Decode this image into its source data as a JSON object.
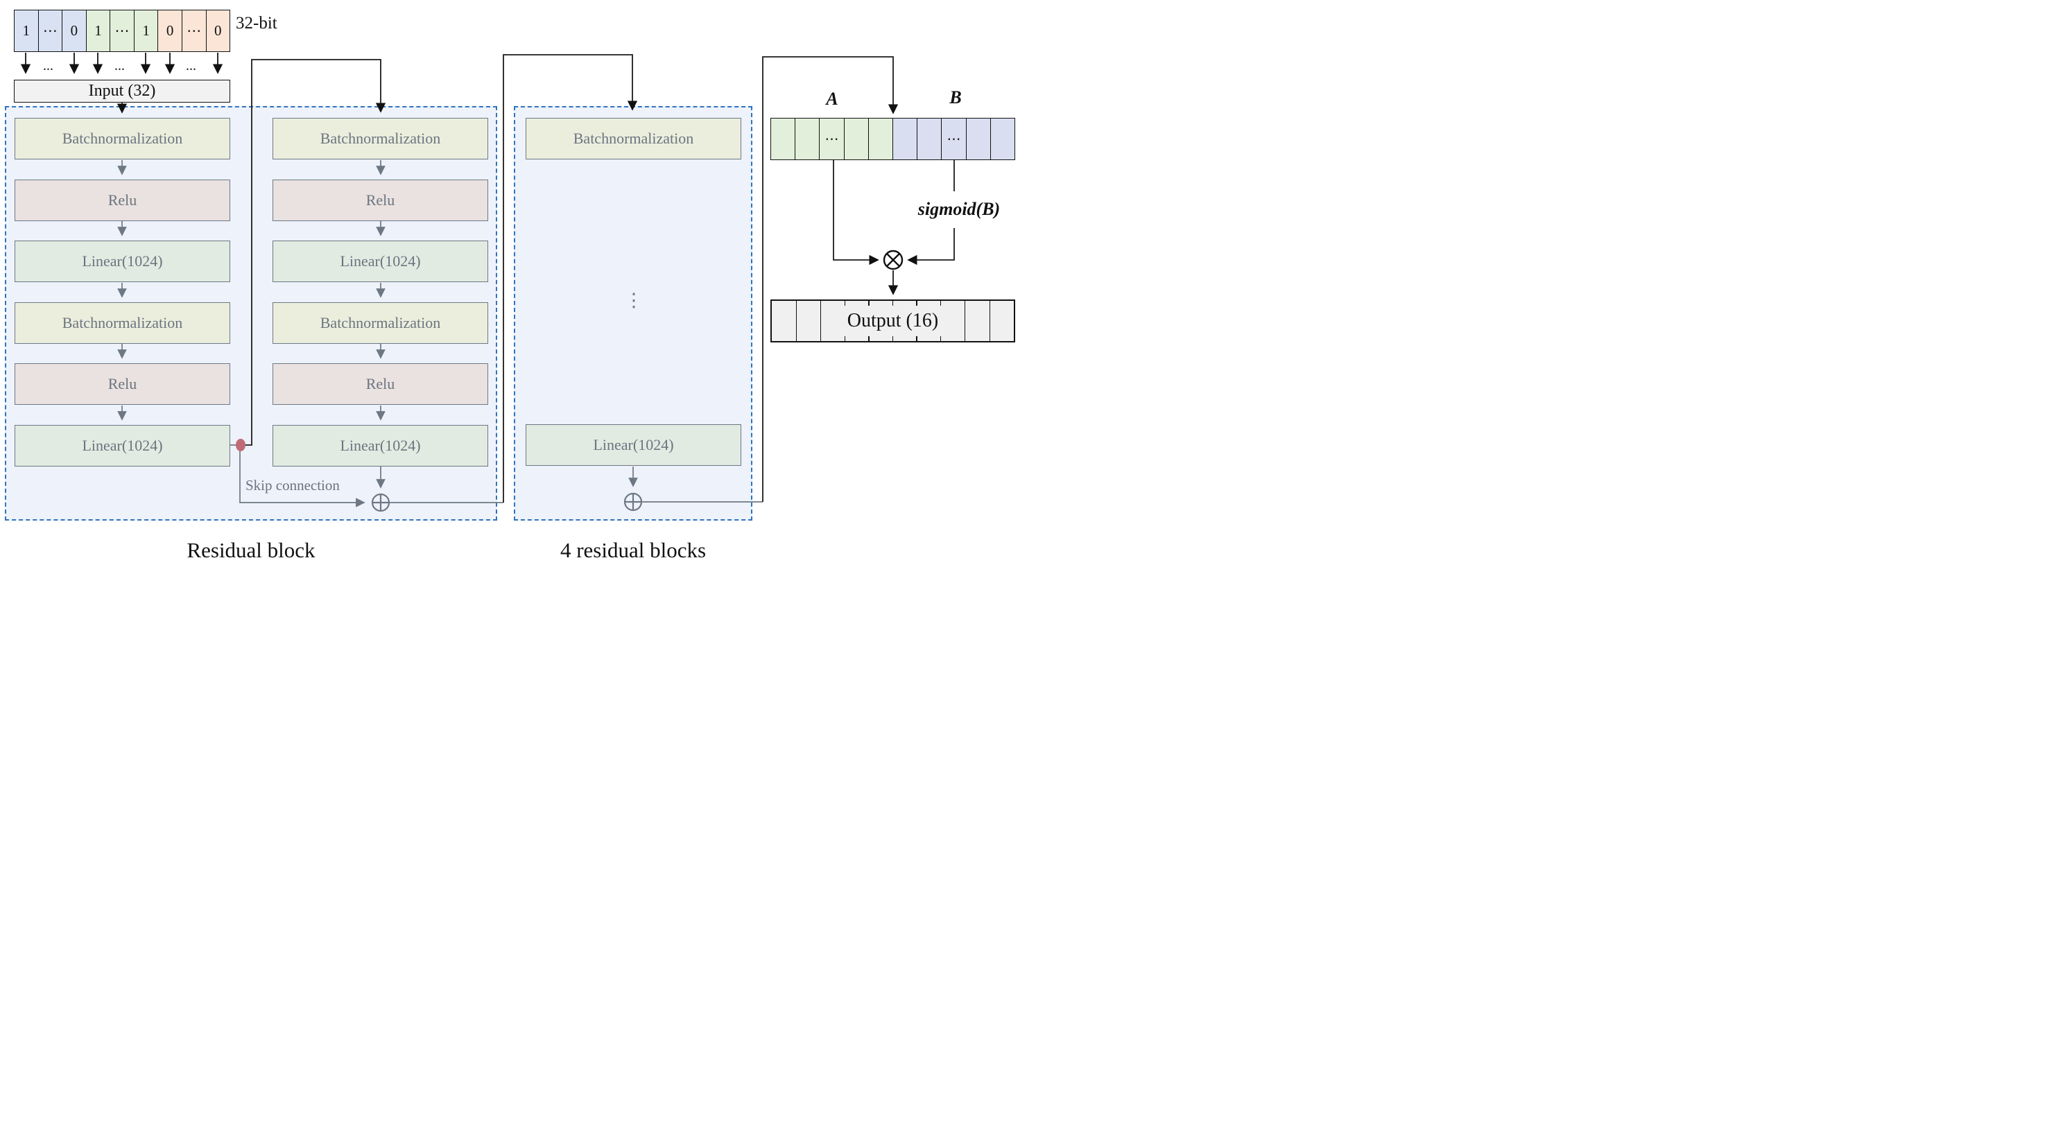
{
  "figure": {
    "type": "neural-network-architecture-diagram"
  },
  "palette": {
    "bit_blue": "#d9e2f3",
    "bit_green": "#e2efda",
    "bit_peach": "#fbe5d6",
    "a_green": "#e2efda",
    "b_lavender": "#d9def0",
    "bn_fill": "#eceedd",
    "relu_fill": "#eae2e0",
    "linear_fill": "#e2ebe1",
    "block_bg": "#eef2fb",
    "dashed_border": "#2e74bf",
    "box_border": "#6d7884",
    "wire_gray": "#6d7884",
    "wire_black": "#111111",
    "junction_red": "#bf6b77",
    "output_fill": "#f0f0f0",
    "input_fill": "#f2f2f2",
    "label_gray": "#6b7480"
  },
  "bit_input": {
    "label": "32-bit",
    "cells": [
      "1",
      "⋯",
      "0",
      "1",
      "⋯",
      "1",
      "0",
      "⋯",
      "0"
    ],
    "gap_dots": "..."
  },
  "input_box": {
    "label": "Input (32)"
  },
  "residual_block": {
    "caption": "Residual block",
    "col1_layers": [
      "Batchnormalization",
      "Relu",
      "Linear(1024)",
      "Batchnormalization",
      "Relu",
      "Linear(1024)"
    ],
    "col2_layers": [
      "Batchnormalization",
      "Relu",
      "Linear(1024)",
      "Batchnormalization",
      "Relu",
      "Linear(1024)"
    ],
    "skip_label": "Skip connection"
  },
  "four_blocks": {
    "caption": "4 residual blocks",
    "top_layer": "Batchnormalization",
    "bottom_layer": "Linear(1024)",
    "ellipsis": "⋮"
  },
  "gating": {
    "a_label": "A",
    "b_label": "B",
    "sigmoid_label": "sigmoid(B)",
    "ab_dots": "⋯"
  },
  "output_box": {
    "label": "Output (16)"
  },
  "icons": {
    "add_operator": "⊕",
    "multiply_operator": "⊗",
    "junction_dot": "●"
  }
}
